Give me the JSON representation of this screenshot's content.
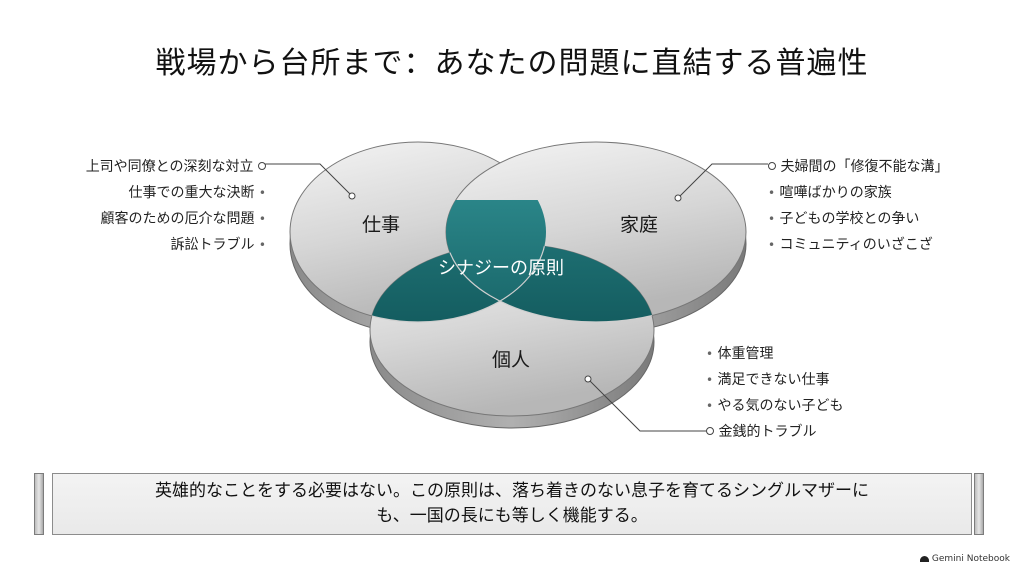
{
  "slide": {
    "title": "戦場から台所まで：あなたの問題に直結する普遍性"
  },
  "diagram": {
    "circles": {
      "work": "仕事",
      "family": "家庭",
      "personal": "個人",
      "synergy": "シナジーの原則"
    },
    "work_items": [
      "上司や同僚との深刻な対立",
      "仕事での重大な決断",
      "顧客のための厄介な問題",
      "訴訟トラブル"
    ],
    "family_items": [
      "夫婦間の「修復不能な溝」",
      "喧嘩ばかりの家族",
      "子どもの学校との争い",
      "コミュニティのいざこざ"
    ],
    "personal_items": [
      "体重管理",
      "満足できない仕事",
      "やる気のない子ども",
      "金銭的トラブル"
    ],
    "colors": {
      "synergy_teal": "#1d6f72",
      "disc_gray": "#cfcfcf"
    }
  },
  "banner": {
    "text_line1": "英雄的なことをする必要はない。この原則は、落ち着きのない息子を育てるシングルマザーに",
    "text_line2": "も、一国の長にも等しく機能する。"
  },
  "watermark": {
    "text": "Gemini Notebook",
    "icon": "notebook-logo-icon"
  }
}
